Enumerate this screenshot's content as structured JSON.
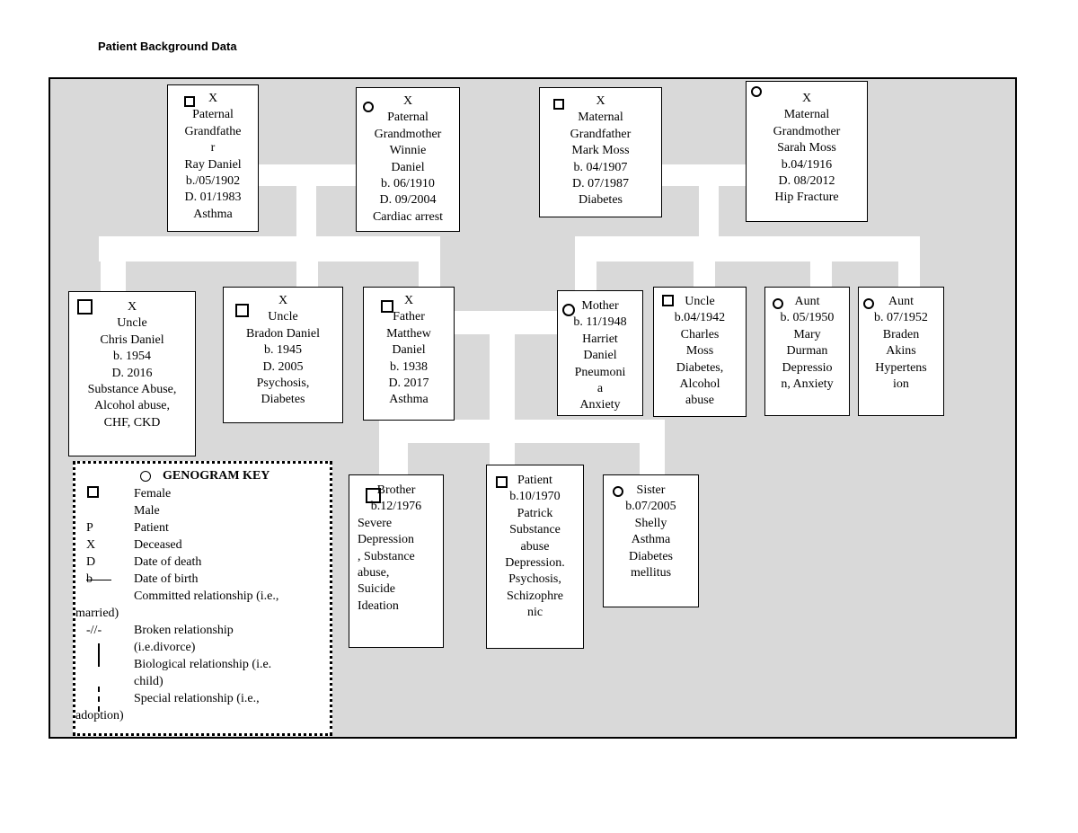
{
  "title": "Patient Background Data",
  "nodes": {
    "pat_grandfather": {
      "mark": "X",
      "lines": [
        "Paternal",
        "Grandfathe",
        "r",
        "Ray Daniel",
        "b./05/1902",
        "D. 01/1983",
        "Asthma"
      ]
    },
    "pat_grandmother": {
      "mark": "X",
      "lines": [
        "Paternal",
        "Grandmother",
        "Winnie",
        "Daniel",
        "b. 06/1910",
        "D. 09/2004",
        "Cardiac arrest"
      ]
    },
    "mat_grandfather": {
      "mark": "X",
      "lines": [
        "Maternal",
        "Grandfather",
        "Mark Moss",
        "b. 04/1907",
        "D. 07/1987",
        "Diabetes"
      ]
    },
    "mat_grandmother": {
      "mark": "X",
      "lines": [
        "Maternal",
        "Grandmother",
        "Sarah Moss",
        "b.04/1916",
        "D. 08/2012",
        "Hip Fracture"
      ]
    },
    "uncle_chris": {
      "mark": "X",
      "lines": [
        "Uncle",
        "Chris Daniel",
        "b. 1954",
        "D. 2016",
        "Substance Abuse,",
        "Alcohol abuse,",
        "CHF, CKD"
      ]
    },
    "uncle_bradon": {
      "mark": "X",
      "lines": [
        "Uncle",
        "Bradon Daniel",
        "b. 1945",
        "D. 2005",
        "Psychosis,",
        "Diabetes"
      ]
    },
    "father": {
      "mark": "X",
      "lines": [
        "Father",
        "Matthew",
        "Daniel",
        "b. 1938",
        "D. 2017",
        "Asthma"
      ]
    },
    "mother": {
      "lines": [
        "Mother",
        "b. 11/1948",
        "Harriet",
        "Daniel",
        "Pneumoni",
        "a",
        "Anxiety"
      ]
    },
    "uncle_charles": {
      "lines": [
        "Uncle",
        "b.04/1942",
        "Charles",
        "Moss",
        "Diabetes,",
        "Alcohol",
        "abuse"
      ]
    },
    "aunt_mary": {
      "lines": [
        "Aunt",
        "b. 05/1950",
        "Mary",
        "Durman",
        "Depressio",
        "n, Anxiety"
      ]
    },
    "aunt_braden": {
      "lines": [
        "Aunt",
        "b. 07/1952",
        "Braden",
        "Akins",
        "Hypertens",
        "ion"
      ]
    },
    "brother": {
      "lines": [
        "Brother",
        "b.12/1976",
        "Severe",
        "Depression",
        ", Substance",
        "abuse,",
        "Suicide",
        "Ideation"
      ]
    },
    "patient": {
      "lines": [
        "Patient",
        "b.10/1970",
        "Patrick",
        "Substance",
        "abuse",
        "Depression.",
        "Psychosis,",
        "Schizophre",
        "nic"
      ]
    },
    "sister": {
      "lines": [
        "Sister",
        "b.07/2005",
        "Shelly",
        "Asthma",
        "Diabetes",
        "mellitus"
      ]
    }
  },
  "key": {
    "heading": "GENOGRAM KEY",
    "rows": [
      {
        "sym": "",
        "text": "Female"
      },
      {
        "sym": "",
        "text": "Male"
      },
      {
        "sym": "P",
        "text": "Patient"
      },
      {
        "sym": "X",
        "text": "Deceased"
      },
      {
        "sym": "D",
        "text": "Date of death"
      },
      {
        "sym": "b",
        "text": "Date of birth"
      },
      {
        "sym": "",
        "text": "Committed relationship (i.e.,"
      },
      {
        "sym": "",
        "text": "married)"
      },
      {
        "sym": "-//-",
        "text": "Broken relationship"
      },
      {
        "sym": "",
        "text": "(i.e.divorce)"
      },
      {
        "sym": "",
        "text": "Biological relationship (i.e."
      },
      {
        "sym": "",
        "text": "child)"
      },
      {
        "sym": "",
        "text": "Special relationship      (i.e.,"
      },
      {
        "sym": "",
        "text": "adoption)"
      }
    ]
  }
}
